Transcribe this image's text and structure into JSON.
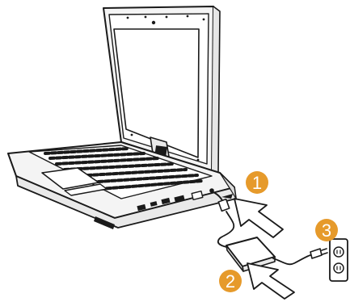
{
  "steps": [
    {
      "number": "1",
      "marker_color": "#e69a2b"
    },
    {
      "number": "2",
      "marker_color": "#e69a2b"
    },
    {
      "number": "3",
      "marker_color": "#e69a2b"
    }
  ],
  "colors": {
    "line": "#1a1a1a",
    "screen": "#ffffff",
    "body_fill": "#f4f4f4",
    "arrow_fill": "#ffffff"
  }
}
